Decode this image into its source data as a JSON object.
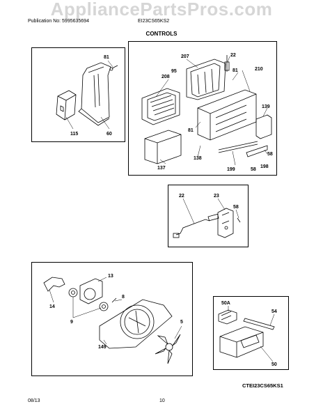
{
  "watermark": "AppliancePartsPros.com",
  "header": {
    "publication": "Publication No: 5995635694",
    "model": "EI23CS65KS2"
  },
  "title": "CONTROLS",
  "callouts": {
    "panel1": [
      "81",
      "115",
      "60"
    ],
    "panel2": [
      "207",
      "22",
      "208",
      "95",
      "81",
      "210",
      "139",
      "81",
      "137",
      "138",
      "199",
      "58",
      "58",
      "198"
    ],
    "panel3": [
      "22",
      "23",
      "58"
    ],
    "panel4": [
      "13",
      "14",
      "8",
      "9",
      "5",
      "149"
    ],
    "panel5": [
      "50A",
      "54",
      "50"
    ]
  },
  "diagram_code": "CTEI23CS65KS1",
  "footer": {
    "date": "08/13",
    "page": "10"
  }
}
